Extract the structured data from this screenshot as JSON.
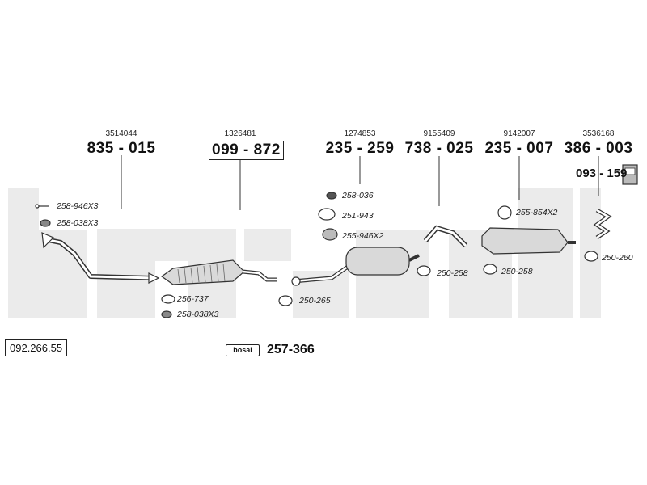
{
  "brand": "bosal",
  "set_number": "092.266.55",
  "assembly_kit": "257-366",
  "main_parts": [
    {
      "oem": "3514044",
      "code": "835 - 015",
      "boxed": false
    },
    {
      "oem": "1326481",
      "code": "099 - 872",
      "boxed": true
    },
    {
      "oem": "1274853",
      "code": "235 - 259",
      "boxed": false
    },
    {
      "oem": "9155409",
      "code": "738 - 025",
      "boxed": false
    },
    {
      "oem": "9142007",
      "code": "235 - 007",
      "boxed": false
    },
    {
      "oem": "3536168",
      "code": "386 - 003",
      "boxed": false
    }
  ],
  "side_part": "093 - 159",
  "fittings": [
    "258-946X3",
    "258-038X3",
    "256-737",
    "258-038X3",
    "258-036",
    "251-943",
    "255-946X2",
    "250-265",
    "250-258",
    "255-854X2",
    "250-258",
    "250-260"
  ]
}
